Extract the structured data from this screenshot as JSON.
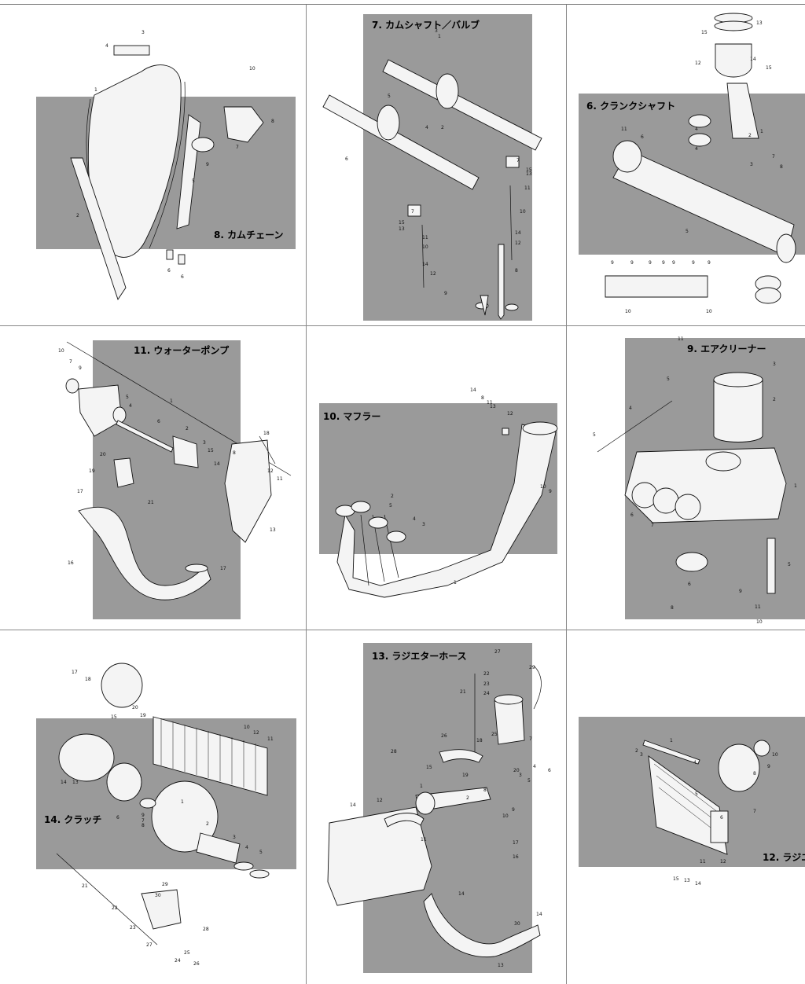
{
  "panels": {
    "cam_chain": {
      "title": "8. カムチェーン",
      "labels": [
        "1",
        "2",
        "3",
        "4",
        "5",
        "6",
        "6",
        "7",
        "8",
        "9",
        "10"
      ]
    },
    "camshaft_valve": {
      "title": "7. カムシャフト／バルブ",
      "labels": [
        "1",
        "2",
        "3",
        "4",
        "5",
        "6",
        "7",
        "7",
        "8",
        "9",
        "10",
        "10",
        "11",
        "11",
        "12",
        "12",
        "13",
        "13",
        "14",
        "14",
        "15",
        "15"
      ]
    },
    "crankshaft": {
      "title": "6. クランクシャフト",
      "labels": [
        "1",
        "2",
        "3",
        "4",
        "4",
        "5",
        "6",
        "7",
        "8",
        "9",
        "9",
        "9",
        "9",
        "9",
        "9",
        "9",
        "10",
        "10",
        "11",
        "12",
        "13",
        "14",
        "15",
        "15"
      ]
    },
    "water_pump": {
      "title": "11. ウォーターポンプ",
      "labels": [
        "1",
        "2",
        "3",
        "4",
        "5",
        "6",
        "7",
        "8",
        "9",
        "10",
        "11",
        "12",
        "13",
        "14",
        "15",
        "16",
        "17",
        "17",
        "18",
        "19",
        "20",
        "21"
      ]
    },
    "muffler": {
      "title": "10. マフラー",
      "labels": [
        "1",
        "2",
        "3",
        "4",
        "5",
        "8",
        "9",
        "10",
        "11",
        "12",
        "13",
        "14"
      ]
    },
    "air_cleaner": {
      "title": "9. エアクリーナー",
      "labels": [
        "1",
        "2",
        "3",
        "4",
        "5",
        "5",
        "5",
        "6",
        "6",
        "7",
        "8",
        "9",
        "10",
        "11",
        "11"
      ]
    },
    "clutch": {
      "title": "14. クラッチ",
      "labels": [
        "1",
        "2",
        "3",
        "4",
        "5",
        "6",
        "7",
        "8",
        "9",
        "10",
        "11",
        "12",
        "13",
        "14",
        "15",
        "17",
        "18",
        "19",
        "20",
        "21",
        "22",
        "23",
        "24",
        "25",
        "26",
        "27",
        "28",
        "29",
        "30"
      ]
    },
    "radiator_hose": {
      "title": "13. ラジエターホース",
      "labels": [
        "1",
        "2",
        "3",
        "4",
        "5",
        "6",
        "7",
        "8",
        "9",
        "10",
        "11",
        "12",
        "13",
        "14",
        "14",
        "14",
        "15",
        "16",
        "17",
        "18",
        "19",
        "20",
        "21",
        "22",
        "23",
        "24",
        "25",
        "26",
        "27",
        "28",
        "29",
        "30"
      ]
    },
    "radiator": {
      "title": "12. ラジエ",
      "labels": [
        "1",
        "2",
        "3",
        "4",
        "5",
        "6",
        "7",
        "8",
        "9",
        "10",
        "11",
        "12",
        "13",
        "14",
        "15"
      ]
    }
  }
}
